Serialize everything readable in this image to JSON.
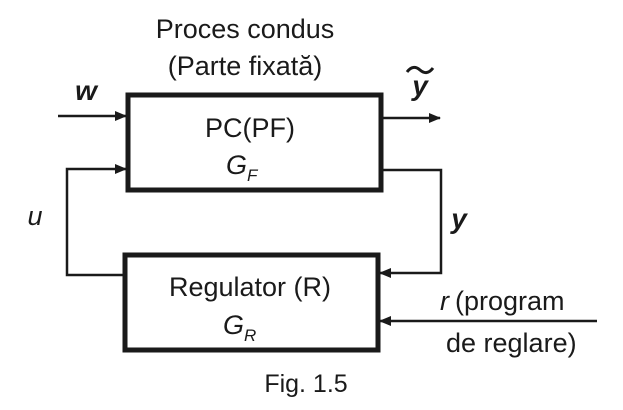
{
  "process": {
    "title_line1": "Proces condus",
    "title_line2": "(Parte fixată)",
    "block_label": "PC(PF)",
    "gain_symbol": "G",
    "gain_subscript": "F"
  },
  "controller": {
    "block_label": "Regulator (R)",
    "gain_symbol": "G",
    "gain_subscript": "R"
  },
  "signals": {
    "disturbance": "w",
    "measured_output": "y",
    "output": "y",
    "control": "u",
    "reference_symbol": "r",
    "reference_text_line1": "(program",
    "reference_text_line2": "de reglare)"
  },
  "caption": "Fig. 1.5",
  "colors": {
    "ink": "#1a1a1a",
    "background": "#ffffff"
  }
}
